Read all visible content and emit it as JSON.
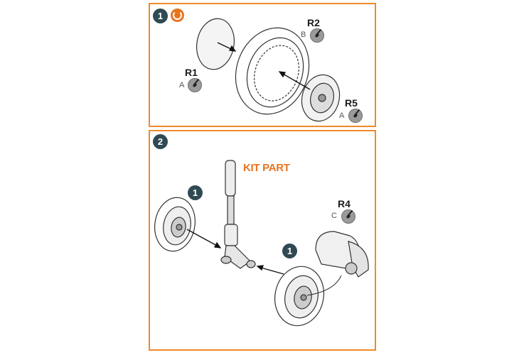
{
  "panel1": {
    "step": "1",
    "callouts": [
      {
        "code": "R2",
        "variant": "B"
      },
      {
        "code": "R1",
        "variant": "A"
      },
      {
        "code": "R5",
        "variant": "A"
      }
    ]
  },
  "panel2": {
    "step": "2",
    "kit_part": "KIT PART",
    "sub_steps": [
      "1",
      "1"
    ],
    "callouts": [
      {
        "code": "R4",
        "variant": "C"
      }
    ]
  },
  "colors": {
    "frame": "#ef8a2b",
    "step_badge": "#2f4a52",
    "kit_text": "#e8741e"
  }
}
